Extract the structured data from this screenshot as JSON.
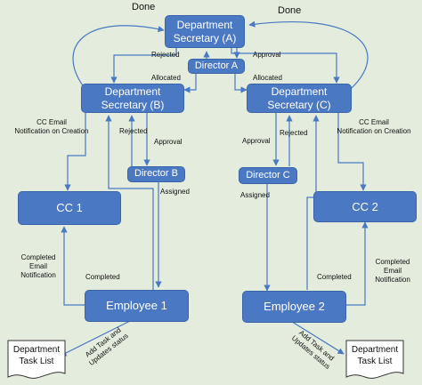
{
  "nodes": {
    "secretary_a": "Department\nSecretary (A)",
    "director_a": "Director A",
    "secretary_b": "Department\nSecretary (B)",
    "secretary_c": "Department\nSecretary (C)",
    "director_b": "Director B",
    "director_c": "Director C",
    "cc1": "CC 1",
    "cc2": "CC 2",
    "employee1": "Employee 1",
    "employee2": "Employee 2",
    "task_list_left": "Department\nTask List",
    "task_list_right": "Department\nTask List"
  },
  "edge_labels": {
    "done_left": "Done",
    "done_right": "Done",
    "rejected_a": "Rejected",
    "approval_a": "Approval",
    "allocated_left": "Allocated",
    "allocated_right": "Allocated",
    "cc_email_left": "CC Email\nNotification on Creation",
    "cc_email_right": "CC Email\nNotification on Creation",
    "rejected_b": "Rejected",
    "approval_b": "Approval",
    "approval_c": "Approval",
    "rejected_c": "Rejected",
    "assigned_b": "Assigned",
    "assigned_c": "Assigned",
    "completed_email_left": "Completed\nEmail\nNotification",
    "completed_email_right": "Completed\nEmail\nNotification",
    "completed_left": "Completed",
    "completed_right": "Completed",
    "add_task_left": "Add Task and\nUpdates status",
    "add_task_right": "Add Task and\nUpdates status"
  }
}
